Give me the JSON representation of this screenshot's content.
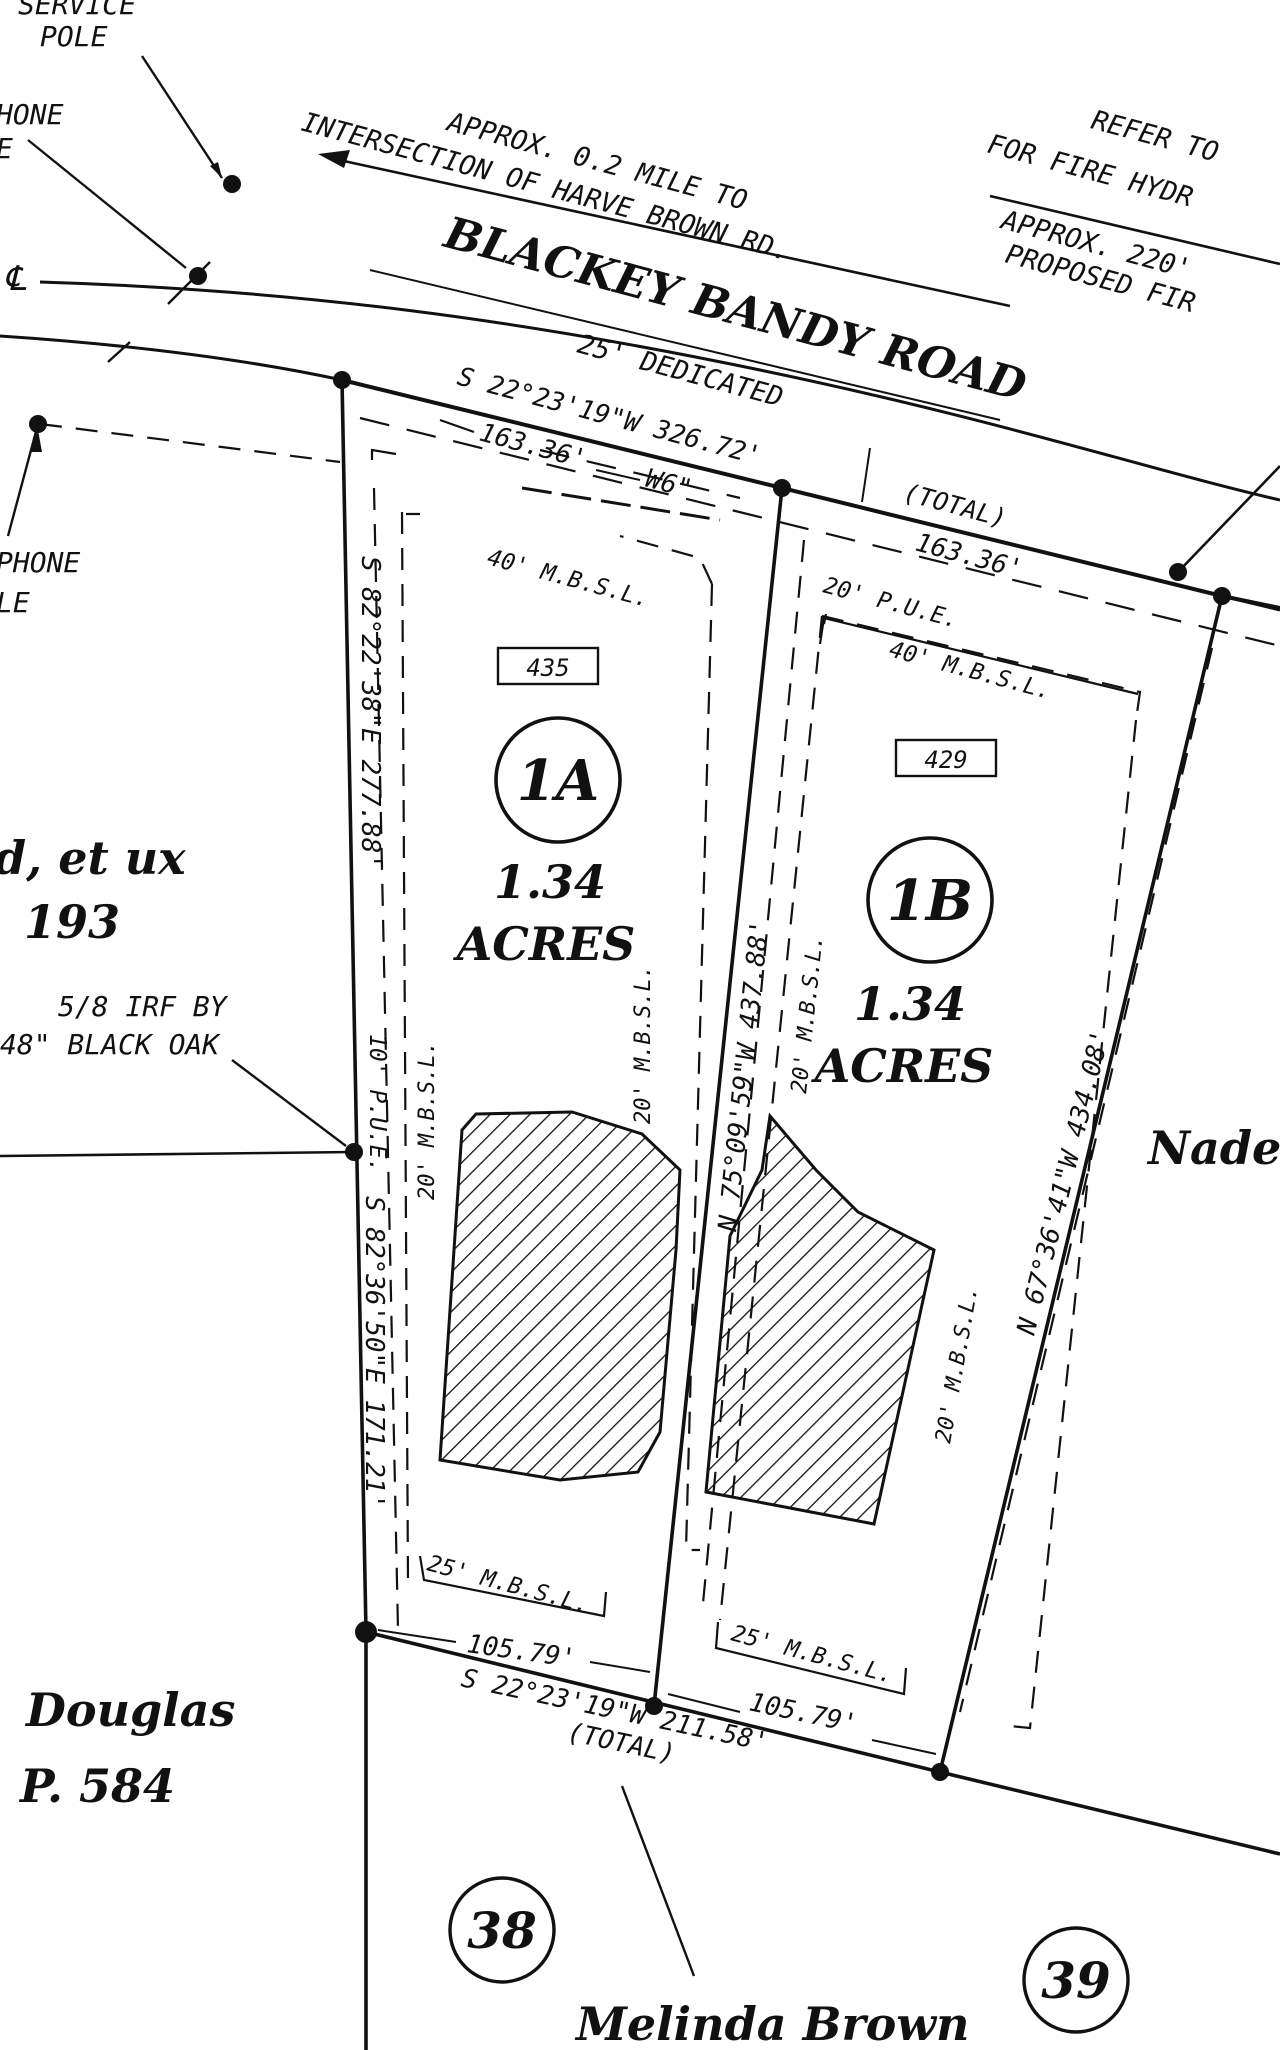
{
  "road": {
    "name": "BLACKEY BANDY ROAD",
    "dedicated": "25' DEDICATED",
    "front_bearing": "S 22°23'19\"W 326.72'",
    "front_total_label": "(TOTAL)",
    "lot1a_front": "163.36'",
    "lot1b_front": "163.36'",
    "w6_label": "W6\"",
    "cl_label": "℄"
  },
  "notes": {
    "service_pole_1": "SERVICE",
    "service_pole_2": "POLE",
    "phone_top_1": "HONE",
    "phone_top_2": "E",
    "phone_mid_1": "PHONE",
    "phone_mid_2": "LE",
    "approx_1": "APPROX. 0.2 MILE TO",
    "approx_2": "INTERSECTION OF HARVE BROWN RD.",
    "refer_1": "REFER TO",
    "refer_2": "FOR FIRE HYDR",
    "approx220_1": "APPROX. 220'",
    "approx220_2": "PROPOSED FIR",
    "irf_1": "5/8 IRF BY",
    "irf_2": "48\" BLACK OAK"
  },
  "adjoiners": {
    "west_name": "d, et ux",
    "west_ref": "193",
    "southwest_name": "Douglas",
    "southwest_ref": "P. 584",
    "east_name": "Nade",
    "south_name": "Melinda Brown",
    "lot38": "38",
    "lot39": "39"
  },
  "lots": [
    {
      "id": "1A",
      "address": "435",
      "acres": "1.34",
      "acres_label": "ACRES",
      "front_setback": "40' M.B.S.L.",
      "rear_setback": "25' M.B.S.L.",
      "side_setback_left": "20' M.B.S.L.",
      "side_setback_right": "20' M.B.S.L.",
      "pue": "10' P.U.E.",
      "rear_dim": "105.79'",
      "west_bearing_1": "S 82°22'38\"E 277.88'",
      "west_bearing_2": "S 82°36'50\"E 171.21'"
    },
    {
      "id": "1B",
      "address": "429",
      "acres": "1.34",
      "acres_label": "ACRES",
      "front_setback": "40' M.B.S.L.",
      "rear_setback": "25' M.B.S.L.",
      "side_setback_left": "20' M.B.S.L.",
      "side_setback_right": "20' M.B.S.L.",
      "pue": "20' P.U.E.",
      "rear_dim": "105.79'",
      "west_bearing": "N 75°09'59\"W 437.88'",
      "east_bearing": "N 67°36'41\"W 434.08'"
    }
  ],
  "rear": {
    "bearing": "S 22°23'19\"W 211.58'",
    "total_label": "(TOTAL)"
  }
}
